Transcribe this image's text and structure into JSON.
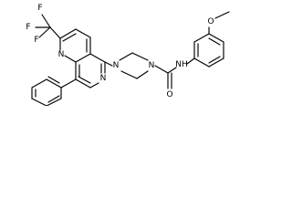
{
  "molecule": {
    "atom_labels": {
      "f_top": "F",
      "f_left_a": "F",
      "f_left_b": "F",
      "n_ring_upper": "N",
      "n_ring_lower": "N",
      "n_pip_left": "N",
      "n_pip_right": "N",
      "nh": "NH",
      "o_carbonyl": "O",
      "o_methoxy": "O"
    }
  }
}
